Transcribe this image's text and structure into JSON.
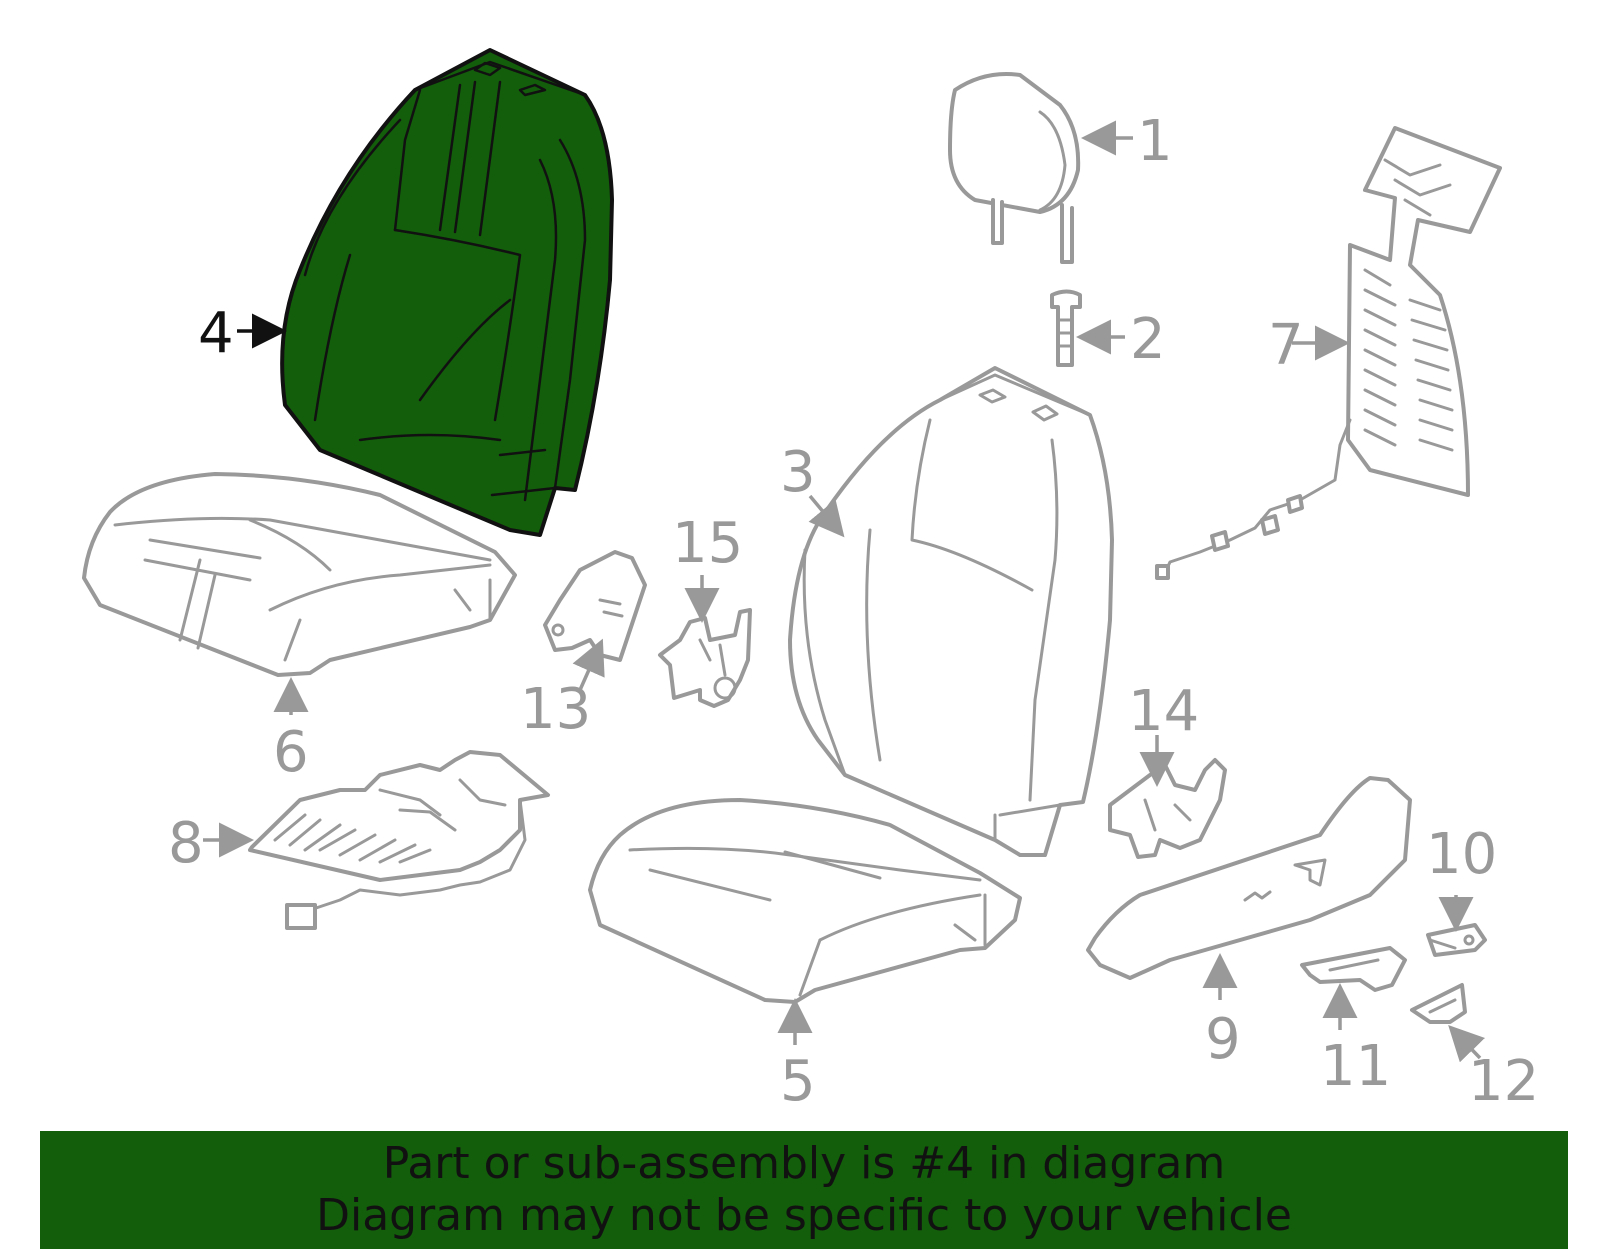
{
  "diagram": {
    "highlight_color": "#135e0b",
    "outline_color": "#999999",
    "highlighted_part": "4",
    "callouts": [
      "1",
      "2",
      "3",
      "4",
      "5",
      "6",
      "7",
      "8",
      "9",
      "10",
      "11",
      "12",
      "13",
      "14",
      "15"
    ]
  },
  "banner": {
    "background": "#135e0b",
    "line1": "Part or sub-assembly is #4 in diagram",
    "line2": "Diagram may not be specific to your vehicle"
  }
}
